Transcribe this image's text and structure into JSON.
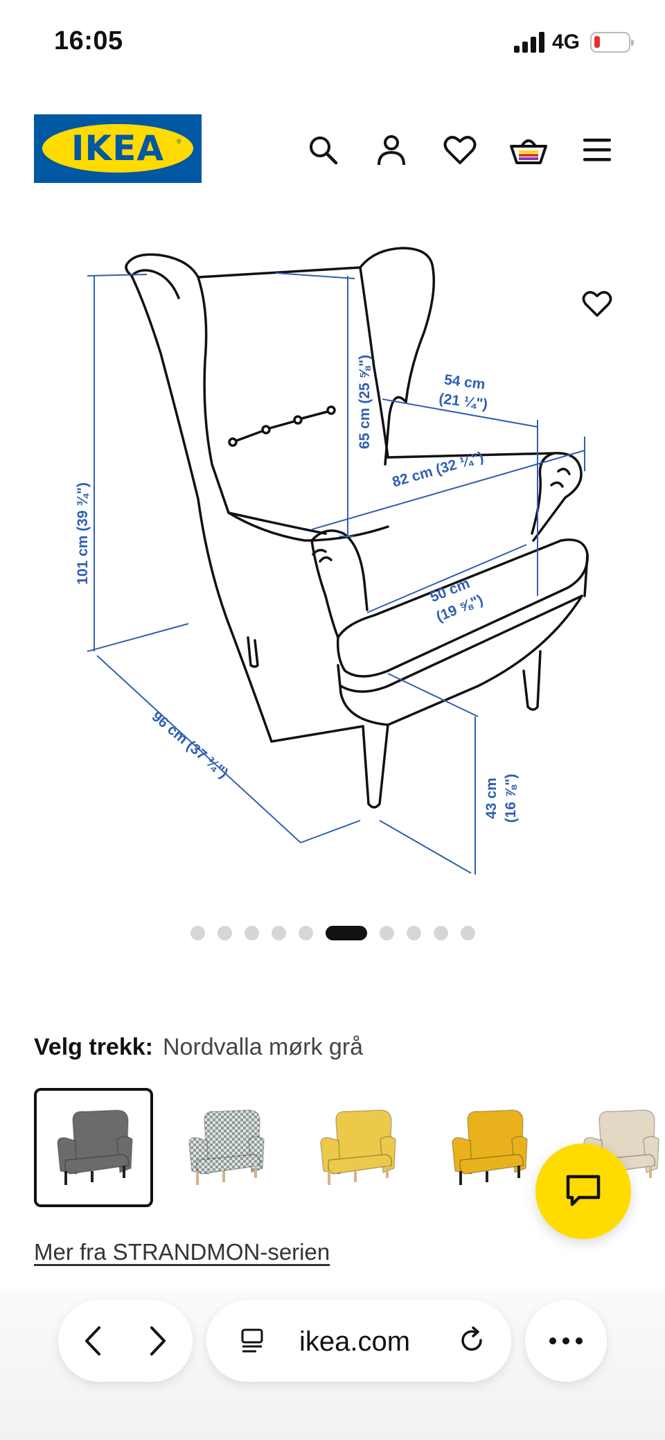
{
  "status_bar": {
    "time": "16:05",
    "network": "4G"
  },
  "header": {
    "logo_text": "IKEA"
  },
  "gallery": {
    "dimensions": {
      "height": "101 cm (39 ¾\")",
      "back_height": "65 cm (25 ⅝\")",
      "seat_width": "54 cm",
      "seat_width_in": "(21 ¼\")",
      "width": "82 cm (32 ¼\")",
      "seat_depth": "50 cm",
      "seat_depth_in": "(19 ⅝\")",
      "depth": "96 cm (37 ¾\")",
      "seat_height": "43 cm",
      "seat_height_in": "(16 ⅞\")"
    },
    "slide_count": 10,
    "active_slide": 6
  },
  "cover": {
    "label": "Velg trekk:",
    "value": "Nordvalla mørk grå",
    "swatches": [
      {
        "color": "#6b6b6b",
        "leg": "#222222",
        "selected": true
      },
      {
        "color": "#8f9a99",
        "leg": "#d4b48a",
        "selected": false,
        "pattern": "check"
      },
      {
        "color": "#ecc94a",
        "leg": "#d4b48a",
        "selected": false
      },
      {
        "color": "#e9b21d",
        "leg": "#222222",
        "selected": false
      },
      {
        "color": "#e2d8c4",
        "leg": "#d4b48a",
        "selected": false
      }
    ]
  },
  "series_link": "Mer fra STRANDMON-serien",
  "browser": {
    "url": "ikea.com"
  },
  "colors": {
    "ikea_blue": "#0058a3",
    "ikea_yellow": "#ffdb00",
    "dimension_blue": "#2f5fb3"
  }
}
